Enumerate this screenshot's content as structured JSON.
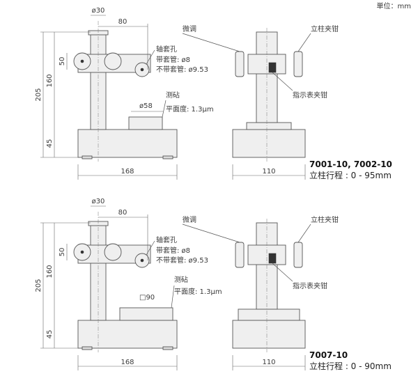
{
  "unit": "単位：mm",
  "views": [
    {
      "dims": {
        "rod_dia": "ø30",
        "arm": "80",
        "height_160": "160",
        "height_50": "50",
        "height_205": "205",
        "height_45": "45",
        "width_168": "168",
        "width_110": "110"
      },
      "labels": {
        "fine": "微调",
        "clamp_column": "立柱夹钳",
        "spindle_hole": "轴套孔",
        "with_sleeve": "带套管: ø8",
        "without_sleeve": "不带套管: ø9.53",
        "anvil": "测砧",
        "anvil_size": "ø58",
        "flatness": "平面度: 1.3μm",
        "indicator_clamp": "指示表夹钳"
      },
      "model": "7001-10, 7002-10",
      "stroke": "立柱行程 : 0 - 95mm"
    },
    {
      "dims": {
        "rod_dia": "ø30",
        "arm": "80",
        "height_160": "160",
        "height_50": "50",
        "height_205": "205",
        "height_45": "45",
        "width_168": "168",
        "width_110": "110"
      },
      "labels": {
        "fine": "微调",
        "clamp_column": "立柱夹钳",
        "spindle_hole": "轴套孔",
        "with_sleeve": "带套管: ø8",
        "without_sleeve": "不带套管: ø9.53",
        "anvil": "测砧",
        "anvil_size": "□90",
        "flatness": "平面度: 1.3μm",
        "indicator_clamp": "指示表夹钳"
      },
      "model": "7007-10",
      "stroke": "立柱行程 : 0 - 90mm"
    }
  ]
}
